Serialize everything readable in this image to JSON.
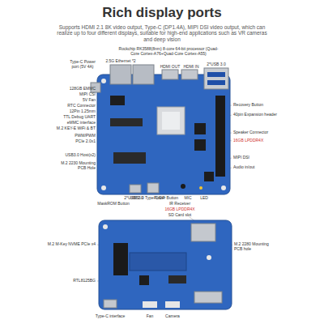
{
  "diagram": {
    "title": "Rich display ports",
    "caption": "Supports HDMI 2.1 8K video output, Type-C (DP1.4A), MIPI DSI video output, which can realize up to four different displays, suitable for high-end applications such as VR cameras and deep vision",
    "labels": [
      "Rockchip RK3588(8nm) 8-core 64-bit processor (Quad-Core Cortex-A76+Quad-Core Cortex-A55)",
      "Type-C Power port (5V 4A)",
      "2.5G Ethernet *2",
      "HDMI OUT",
      "HDMI IN",
      "2*USB 3.0",
      "128GB EMMC",
      "MIPI CSI",
      "5V Fan",
      "RTC Connector",
      "12Pin 1.25mm",
      "TTL Debug UART",
      "eMMC interface",
      "M.2 KEY-E WiFi & BT",
      "PWM/PWM",
      "PCIe 2.0x1",
      "USB3.0 Host(x2)",
      "M.2 2230 Mounting PCB Hole",
      "Recovery Button",
      "40pin Expansion header",
      "Speaker Connector",
      "16GB LPDDR4X",
      "MIPI DSI",
      "Audio in/out",
      "MaskROM Button",
      "USB3.0 Type-C/DP",
      "Power Button",
      "2*USB 2.0",
      "IR Receiver",
      "MIC",
      "LED",
      "16GB LPDDR4X",
      "SD Card slot",
      "M.2 M-Key NVME PCIe x4",
      "M.2 2280 Mounting PCB hole",
      "RTL8125BG",
      "Type-C interface",
      "Fan",
      "Camera"
    ]
  }
}
